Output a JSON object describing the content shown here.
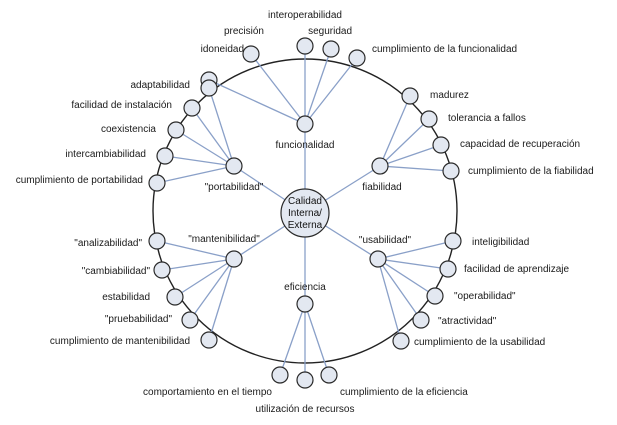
{
  "center": {
    "lines": [
      "Calidad",
      "Interna/",
      "Externa"
    ]
  },
  "hubs": {
    "funcionalidad": {
      "label": "funcionalidad",
      "leaves": [
        "idoneidad",
        "precisión",
        "interoperabilidad",
        "seguridad",
        "cumplimiento de la funcionalidad"
      ]
    },
    "fiabilidad": {
      "label": "fiabilidad",
      "leaves": [
        "madurez",
        "tolerancia a fallos",
        "capacidad de recuperación",
        "cumplimiento de la fiabilidad"
      ]
    },
    "usabilidad": {
      "label": "\"usabilidad\"",
      "leaves": [
        "inteligibilidad",
        "facilidad de aprendizaje",
        "\"operabilidad\"",
        "\"atractividad\"",
        "cumplimiento de la usabilidad"
      ]
    },
    "eficiencia": {
      "label": "eficiencia",
      "leaves": [
        "comportamiento en el tiempo",
        "utilización de recursos",
        "cumplimiento de la eficiencia"
      ]
    },
    "mantenibilidad": {
      "label": "\"mantenibilidad\"",
      "leaves": [
        "\"analizabilidad\"",
        "\"cambiabilidad\"",
        "estabilidad",
        "\"pruebabilidad\"",
        "cumplimiento de mantenibilidad"
      ]
    },
    "portabilidad": {
      "label": "\"portabilidad\"",
      "leaves": [
        "adaptabilidad",
        "facilidad de instalación",
        "coexistencia",
        "intercambiabilidad",
        "cumplimiento de portabilidad"
      ]
    }
  }
}
